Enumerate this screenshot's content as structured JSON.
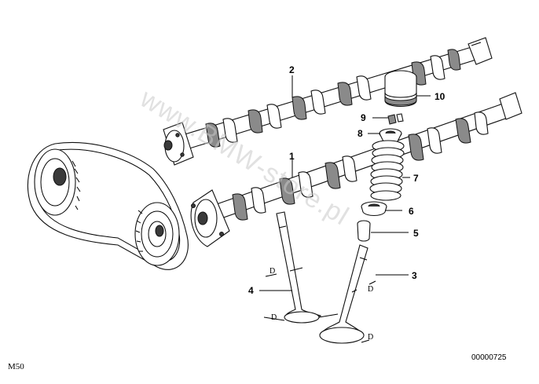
{
  "callouts": [
    "1",
    "2",
    "3",
    "4",
    "5",
    "6",
    "7",
    "8",
    "9",
    "10"
  ],
  "dimension_label": "D",
  "model_code": "M50",
  "drawing_number": "00000725",
  "watermark": "www.BMW-store.pl"
}
